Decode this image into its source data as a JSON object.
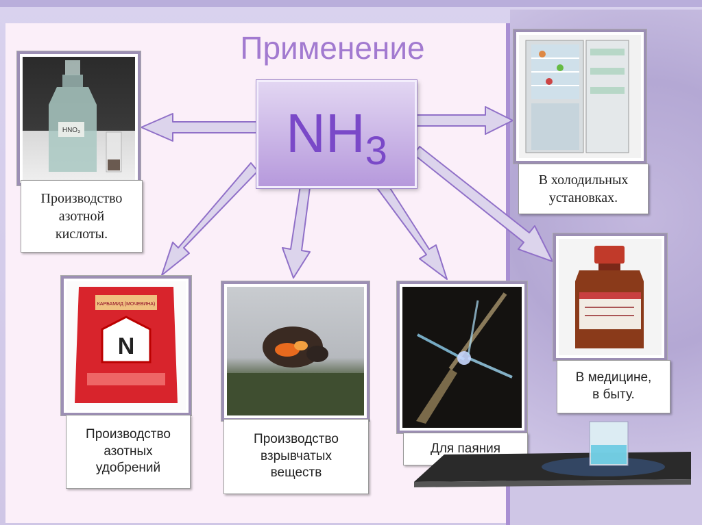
{
  "title": "Применение",
  "center": {
    "formula_main": "NH",
    "formula_sub": "3"
  },
  "captions": {
    "nitric_acid": "Производство\nазотной\nкислоты.",
    "refrigeration": "В холодильных\nустановках.",
    "fertilizers": "Производство\nазотных\nудобрений",
    "explosives": "Производство\nвзрывчатых\nвеществ",
    "soldering": "Для паяния",
    "medicine": "В медицине,\nв быту."
  },
  "image_labels": {
    "bottle_label": "HNO₃",
    "bag_brand": "КАРБАМИД (МОЧЕВИНА)",
    "bag_logo": "N"
  },
  "colors": {
    "accent": "#a27ad0",
    "arrow_fill": "#dcd4ec",
    "arrow_stroke": "#9070c8"
  }
}
